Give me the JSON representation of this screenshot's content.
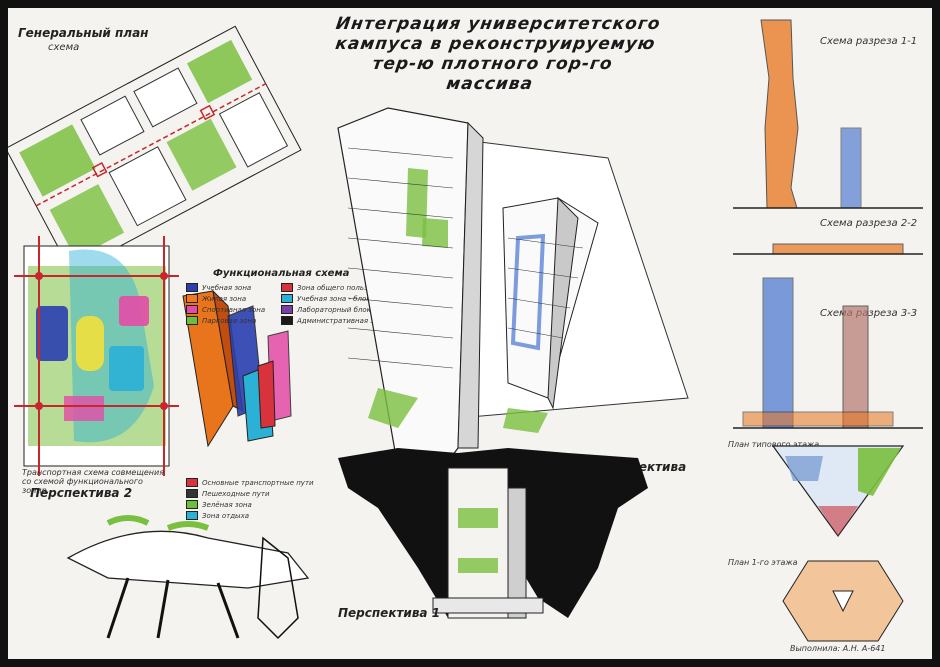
{
  "title": {
    "line1": "Интеграция университетского",
    "line2": "кампуса в реконструируемую",
    "line3": "тер-ю плотного гор-го",
    "line4": "массива"
  },
  "labels": {
    "master_plan": "Генеральный план",
    "master_plan_sub": "схема",
    "main_perspective": "Главная перспектива",
    "perspective_1": "Перспектива 1",
    "perspective_2": "Перспектива 2",
    "functional_scheme": "Функциональная схема",
    "section_1": "Схема разреза 1-1",
    "section_2": "Схема разреза 2-2",
    "section_3": "Схема разреза 3-3",
    "transport_scheme": "Транспортная схема совмещения со схемой функционального зонир.",
    "floor_plan_typical": "План типового этажа",
    "floor_plan_1st": "План 1-го этажа",
    "signature": "Выполнила: А.Н. А-641"
  },
  "legend": {
    "functional": [
      {
        "label": "Учебная зона",
        "color": "#2a3fb0"
      },
      {
        "label": "Зона общего пользования",
        "color": "#d8333d"
      },
      {
        "label": "Жилая зона",
        "color": "#f07a1d"
      },
      {
        "label": "Учебная зона - блок",
        "color": "#2bb0d6"
      },
      {
        "label": "Спортивная зона",
        "color": "#e34ba6"
      },
      {
        "label": "Лабораторный блок",
        "color": "#7b3fa8"
      },
      {
        "label": "Парковая зона",
        "color": "#6bbf3a"
      },
      {
        "label": "Административная зона",
        "color": "#1a1a1a"
      }
    ],
    "transport": [
      {
        "label": "Основные транспортные пути",
        "color": "#d8333d"
      },
      {
        "label": "Пешеходные пути",
        "color": "#333333"
      },
      {
        "label": "Зелёная зона",
        "color": "#6bbf3a"
      },
      {
        "label": "Зона отдыха",
        "color": "#2bb0d6"
      }
    ]
  },
  "colors": {
    "green": "#7bbf3f",
    "red": "#c8262c",
    "blue": "#2a5ec9",
    "orange": "#e8741c",
    "ink": "#1a1a1a",
    "paper": "#f4f3ef"
  }
}
